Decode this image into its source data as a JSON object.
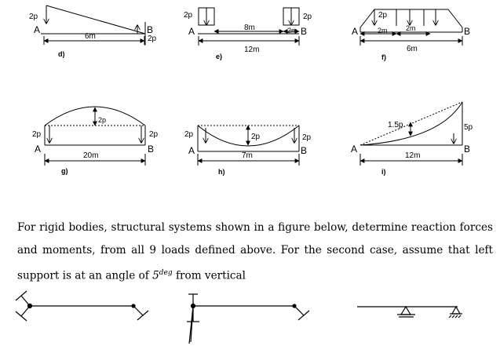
{
  "figures": {
    "d": {
      "caption": "d)",
      "load_left": "2p",
      "load_right": "2p",
      "span": "6m",
      "node_a": "A",
      "node_b": "B"
    },
    "e": {
      "caption": "e)",
      "load_left": "2p",
      "load_right": "2p",
      "span_inner": "8m",
      "span_right": "2m",
      "span_total": "12m",
      "node_a": "A",
      "node_b": "B"
    },
    "f": {
      "caption": "f)",
      "load_a": "2p",
      "span_left": "2m",
      "span_right": "2m",
      "span_total": "6m",
      "node_a": "A",
      "node_b": "B"
    },
    "g": {
      "caption": "g)",
      "peak": "2p",
      "load_left": "2p",
      "load_right": "2p",
      "span": "20m",
      "node_a": "A",
      "node_b": "B"
    },
    "h": {
      "caption": "h)",
      "sag": "2p",
      "load_left": "2p",
      "load_right": "2p",
      "span": "7m",
      "node_a": "A",
      "node_b": "B"
    },
    "i": {
      "caption": "i)",
      "mid": "1.5p",
      "end": "5p",
      "span": "12m",
      "node_a": "A",
      "node_b": "B"
    }
  },
  "problem": {
    "text_before": "For rigid bodies, structural systems shown in a figure below, determine reaction forces and moments, from all 9 loads defined above. For the second case, assume that left support is at an angle of ",
    "angle_value": "5",
    "angle_unit": "deg",
    "text_after": " from vertical"
  }
}
